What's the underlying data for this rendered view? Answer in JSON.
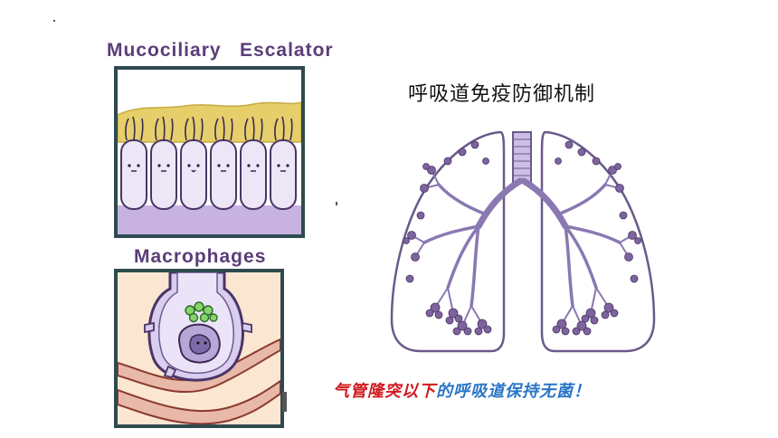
{
  "mucociliary": {
    "title": "Mucociliary   Escalator"
  },
  "macrophages": {
    "title": "Macrophages"
  },
  "main": {
    "title": "呼吸道免疫防御机制"
  },
  "caption": {
    "part1": "气管隆突以下",
    "part2": "的呼吸道保持无菌！"
  },
  "colors": {
    "accent_purple": "#5a3d78",
    "panel_border": "#2f4a4e",
    "mucus": "#e6cf6a",
    "cell_fill": "#ece6f6",
    "lung_outline": "#6a5a8a",
    "caption_red": "#d0191e",
    "caption_blue": "#2a76c6"
  }
}
